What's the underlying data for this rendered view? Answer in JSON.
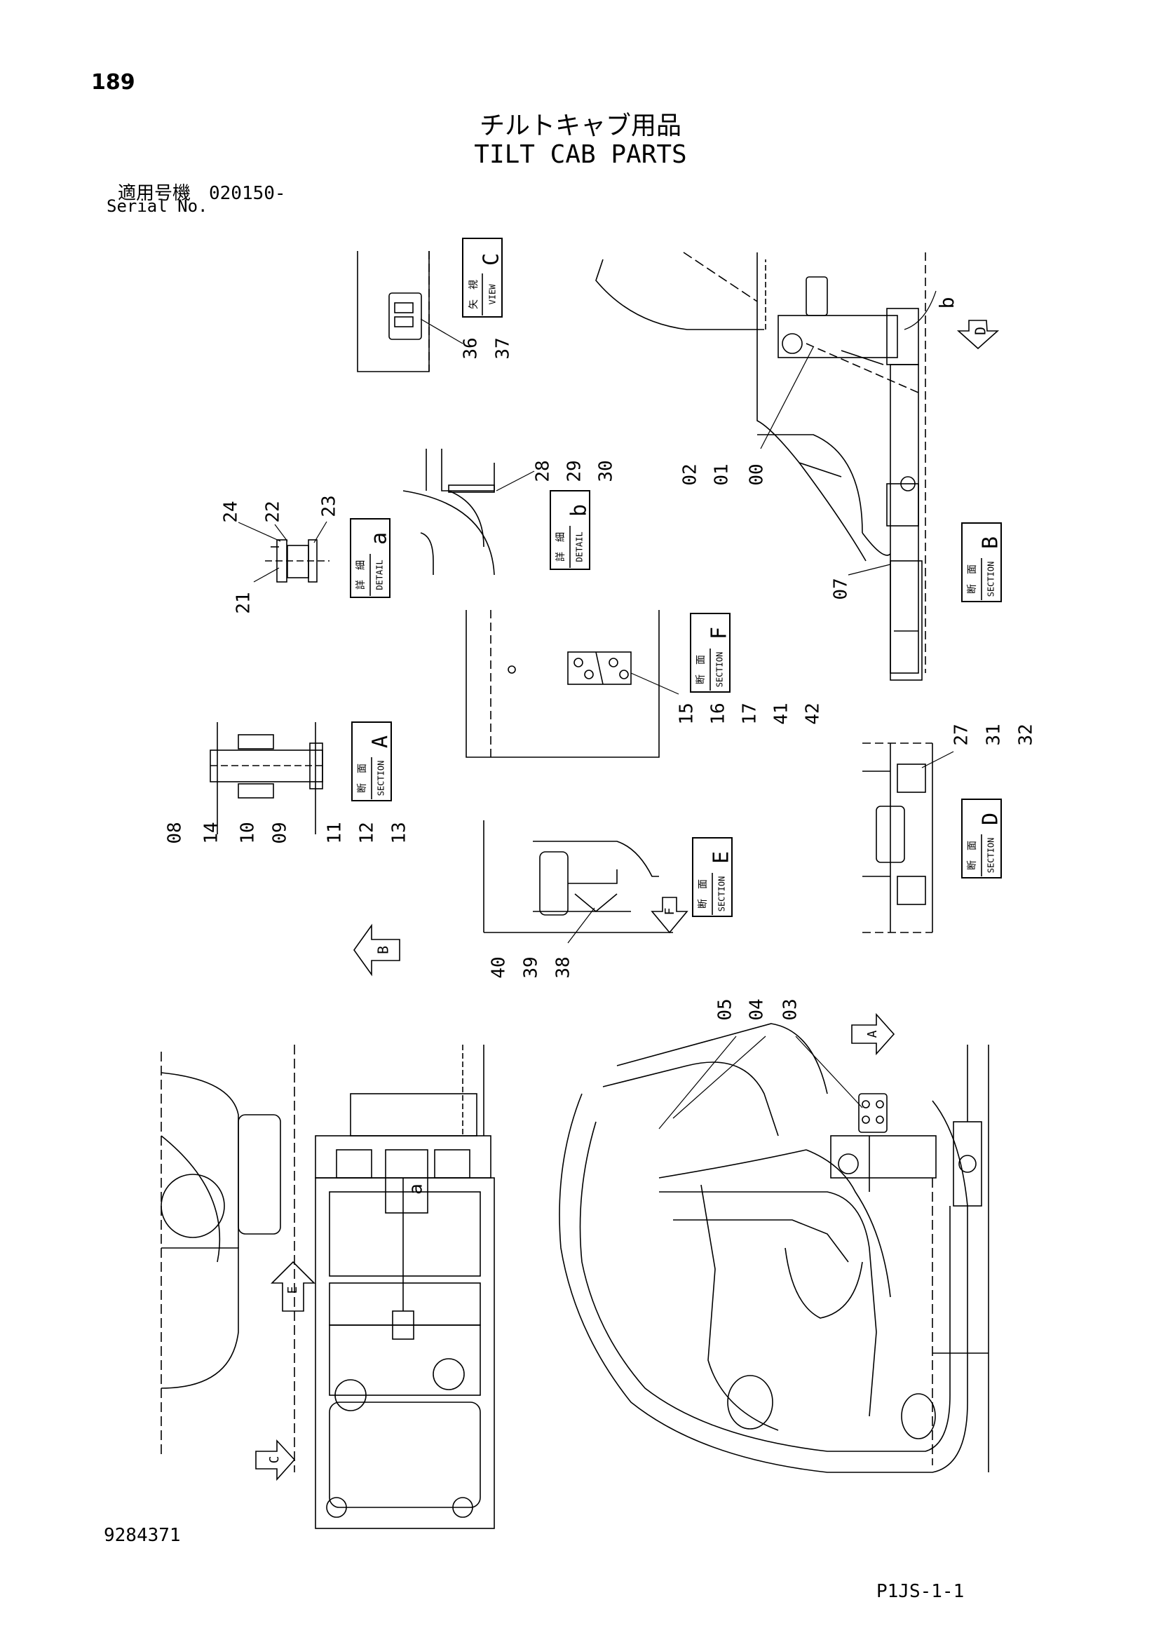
{
  "header": {
    "page_number": "189",
    "title_jp": "チルトキャブ用品",
    "title_en": "TILT CAB PARTS",
    "serial_label_jp": "適用号機　020150-",
    "serial_label_en": "Serial No."
  },
  "footer": {
    "doc_number": "9284371",
    "page_code": "P1JS-1-1"
  },
  "views": {
    "view_c": {
      "letter": "C",
      "jp": "矢　視",
      "en": "VIEW"
    },
    "detail_a": {
      "letter": "a",
      "jp": "詳　細",
      "en": "DETAIL"
    },
    "detail_b": {
      "letter": "b",
      "jp": "詳　細",
      "en": "DETAIL"
    },
    "section_a": {
      "letter": "A",
      "jp": "断　面",
      "en": "SECTION"
    },
    "section_b": {
      "letter": "B",
      "jp": "断　面",
      "en": "SECTION"
    },
    "section_d": {
      "letter": "D",
      "jp": "断　面",
      "en": "SECTION"
    },
    "section_e": {
      "letter": "E",
      "jp": "断　面",
      "en": "SECTION"
    },
    "section_f": {
      "letter": "F",
      "jp": "断　面",
      "en": "SECTION"
    }
  },
  "callouts": {
    "view_c": [
      "36",
      "37"
    ],
    "detail_a_left": [
      "21"
    ],
    "detail_a_top": [
      "24",
      "22"
    ],
    "detail_a_right": [
      "23"
    ],
    "detail_b": [
      "28",
      "29",
      "30"
    ],
    "main_top": [
      "02",
      "01",
      "00"
    ],
    "main_07": [
      "07"
    ],
    "section_f": [
      "15",
      "16",
      "17",
      "41",
      "42"
    ],
    "section_a_left": [
      "08",
      "14",
      "10",
      "09"
    ],
    "section_a_right": [
      "11",
      "12",
      "13"
    ],
    "section_d": [
      "27",
      "31",
      "32"
    ],
    "section_e": [
      "40",
      "39",
      "38"
    ],
    "bottom_right": [
      "05",
      "04",
      "03"
    ]
  },
  "arrows": {
    "arrow_b": "B",
    "arrow_d": "D",
    "arrow_f": "F",
    "arrow_a": "A",
    "arrow_e": "E",
    "arrow_c": "C",
    "label_a_small": "a",
    "label_b_small": "b"
  }
}
